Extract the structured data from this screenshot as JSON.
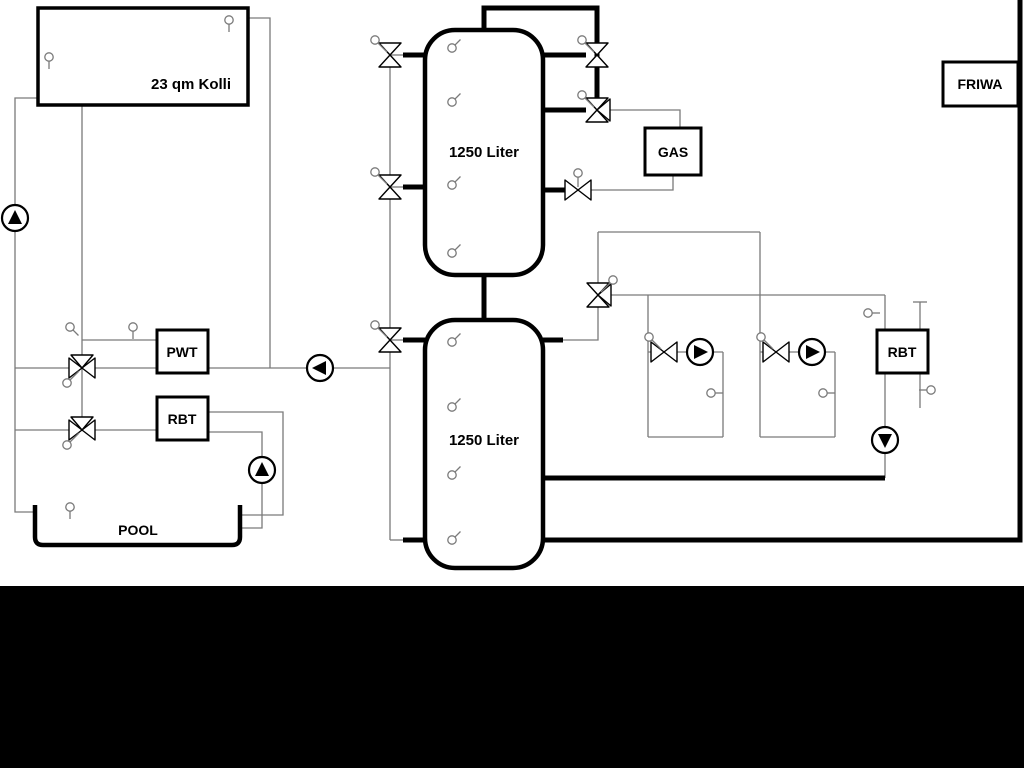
{
  "colors": {
    "background": "#ffffff",
    "thin_line": "#7a7a7a",
    "pipe": "#000000",
    "letterbox": "#000000"
  },
  "diagram": {
    "collector": {
      "label": "23 qm Kolli"
    },
    "tank_upper": {
      "label": "1250 Liter"
    },
    "tank_lower": {
      "label": "1250 Liter"
    },
    "gas_boiler": {
      "label": "GAS"
    },
    "friwa_station": {
      "label": "FRIWA"
    },
    "pwt_exchanger": {
      "label": "PWT"
    },
    "pool_rbt_exchanger": {
      "label": "RBT"
    },
    "heating_rbt_exchanger": {
      "label": "RBT"
    },
    "pool": {
      "label": "POOL"
    }
  }
}
